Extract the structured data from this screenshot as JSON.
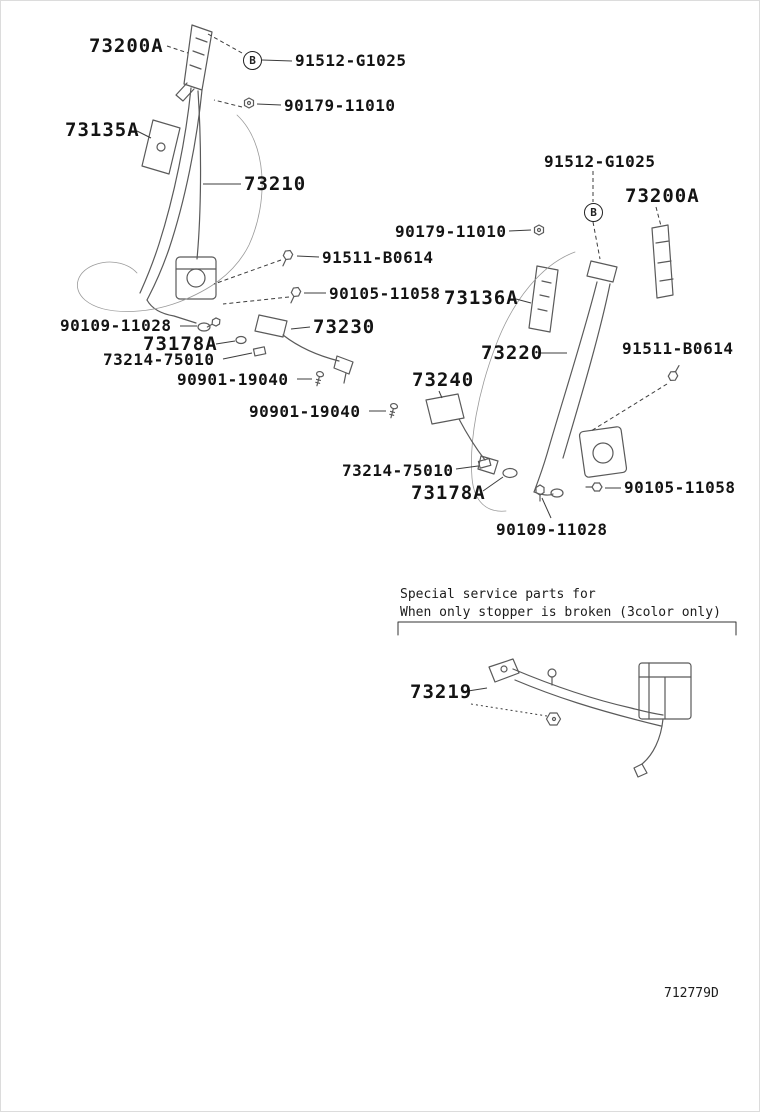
{
  "diagram": {
    "labels": [
      {
        "text": "73200A"
      },
      {
        "text": "91512-G1025"
      },
      {
        "text": "90179-11010"
      },
      {
        "text": "73135A"
      },
      {
        "text": "73210"
      },
      {
        "text": "91512-G1025"
      },
      {
        "text": "73200A"
      },
      {
        "text": "90179-11010"
      },
      {
        "text": "91511-B0614"
      },
      {
        "text": "90105-11058"
      },
      {
        "text": "73136A"
      },
      {
        "text": "90109-11028"
      },
      {
        "text": "73230"
      },
      {
        "text": "73178A"
      },
      {
        "text": "73214-75010"
      },
      {
        "text": "73220"
      },
      {
        "text": "91511-B0614"
      },
      {
        "text": "90901-19040"
      },
      {
        "text": "73240"
      },
      {
        "text": "90901-19040"
      },
      {
        "text": "73214-75010"
      },
      {
        "text": "73178A"
      },
      {
        "text": "90105-11058"
      },
      {
        "text": "90109-11028"
      },
      {
        "text": "73219"
      }
    ],
    "callouts": [
      {
        "letter": "B"
      },
      {
        "letter": "B"
      }
    ],
    "note": {
      "line1": "Special service parts for",
      "line2": "When only stopper is broken (3color only)"
    },
    "drawing_code": "712779D"
  }
}
